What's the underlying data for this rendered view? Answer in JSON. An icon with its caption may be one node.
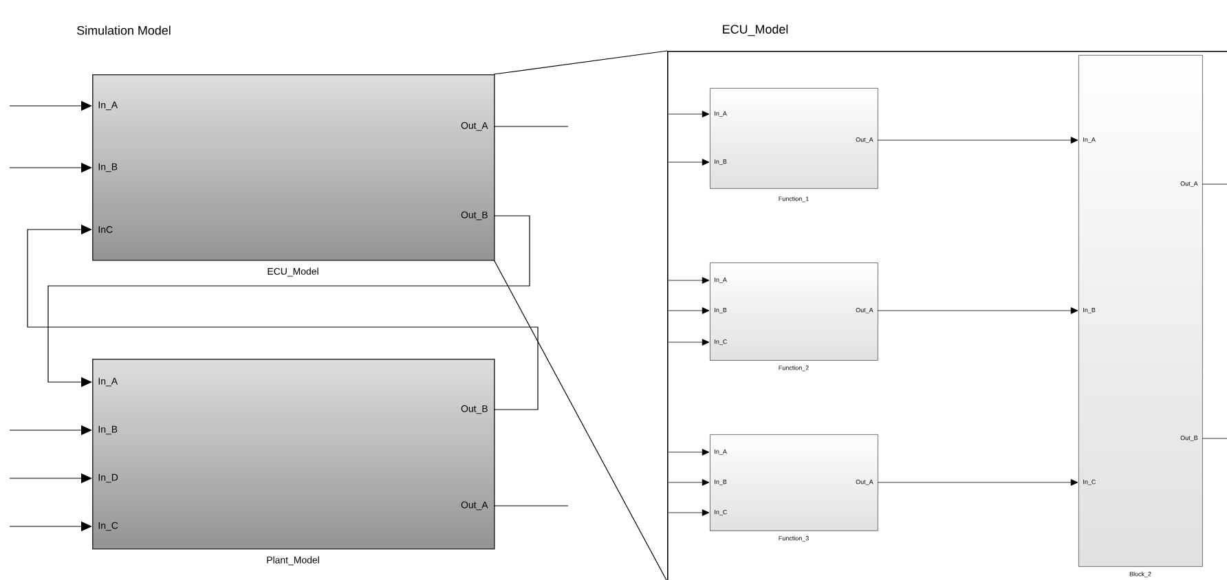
{
  "diagram": {
    "title": "Simulation Model",
    "nodes": [
      {
        "text": [
          "In_A",
          "In_B",
          "InC",
          "Out_A",
          "Out_B",
          "ECU_Model"
        ]
      },
      {
        "text": [
          "In_A",
          "In_B",
          "In_D",
          "In_C",
          "Out_B",
          "Out_A",
          "Plant_Model"
        ]
      },
      {
        "text": [
          "ECU_Model"
        ]
      },
      {
        "text": [
          "In_A",
          "In_B",
          "Out_A",
          "Function_1"
        ],
        "in": 2
      },
      {
        "text": [
          "In_A",
          "In_B",
          "In_C",
          "Out_A",
          "Function_2"
        ],
        "in": 2
      },
      {
        "text": [
          "In_A",
          "In_B",
          "In_C",
          "Out_A",
          "Function_3"
        ],
        "in": 2
      },
      {
        "text": [
          "In_A",
          "In_B",
          "In_C",
          "Out_A",
          "Out_B",
          "Block_2"
        ],
        "in": 2
      }
    ],
    "edges": [
      {
        "from": null,
        "to": 0,
        "arrow": "to"
      },
      {
        "from": null,
        "to": 0,
        "arrow": "to"
      },
      {
        "from": 0,
        "to": null,
        "arrow": "none"
      },
      {
        "from": 0,
        "to": 1,
        "arrow": "to"
      },
      {
        "from": 1,
        "to": 0,
        "arrow": "to"
      },
      {
        "from": null,
        "to": 1,
        "arrow": "to"
      },
      {
        "from": null,
        "to": 1,
        "arrow": "to"
      },
      {
        "from": null,
        "to": 1,
        "arrow": "to"
      },
      {
        "from": 1,
        "to": null,
        "arrow": "none"
      },
      {
        "from": 0,
        "to": 2,
        "arrow": "none"
      },
      {
        "from": 0,
        "to": 2,
        "arrow": "none"
      },
      {
        "from": null,
        "to": 3,
        "arrow": "to"
      },
      {
        "from": null,
        "to": 3,
        "arrow": "to"
      },
      {
        "from": null,
        "to": 4,
        "arrow": "to"
      },
      {
        "from": null,
        "to": 4,
        "arrow": "to"
      },
      {
        "from": null,
        "to": 4,
        "arrow": "to"
      },
      {
        "from": null,
        "to": 5,
        "arrow": "to"
      },
      {
        "from": null,
        "to": 5,
        "arrow": "to"
      },
      {
        "from": null,
        "to": 5,
        "arrow": "to"
      },
      {
        "from": 3,
        "to": 6,
        "arrow": "to"
      },
      {
        "from": 4,
        "to": 6,
        "arrow": "to"
      },
      {
        "from": 5,
        "to": 6,
        "arrow": "to"
      },
      {
        "from": 6,
        "to": null,
        "arrow": "none"
      },
      {
        "from": 6,
        "to": null,
        "arrow": "none"
      }
    ]
  }
}
